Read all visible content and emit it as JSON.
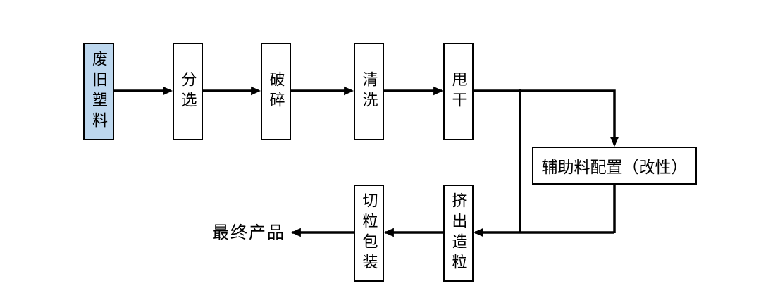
{
  "diagram": {
    "type": "flowchart",
    "background": "#ffffff",
    "colors": {
      "start_node_fill": "#bdd7ee",
      "process_node_fill": "#ffffff",
      "border": "#000000",
      "arrow": "#000000",
      "text": "#000000"
    },
    "nodes": [
      {
        "id": "waste-plastic",
        "label": "废旧塑料",
        "orientation": "vertical",
        "fill": "#bdd7ee"
      },
      {
        "id": "sorting",
        "label": "分选",
        "orientation": "vertical",
        "fill": "#ffffff"
      },
      {
        "id": "crushing",
        "label": "破碎",
        "orientation": "vertical",
        "fill": "#ffffff"
      },
      {
        "id": "washing",
        "label": "清洗",
        "orientation": "vertical",
        "fill": "#ffffff"
      },
      {
        "id": "spin-drying",
        "label": "甩干",
        "orientation": "vertical",
        "fill": "#ffffff"
      },
      {
        "id": "auxiliary-config",
        "label": "辅助料配置（改性）",
        "orientation": "horizontal",
        "fill": "#ffffff"
      },
      {
        "id": "extrusion-granulation",
        "label": "挤出造粒",
        "orientation": "vertical",
        "fill": "#ffffff"
      },
      {
        "id": "cutting-packaging",
        "label": "切粒包装",
        "orientation": "vertical",
        "fill": "#ffffff"
      },
      {
        "id": "final-product",
        "label": "最终产品",
        "orientation": "horizontal",
        "fill": null
      }
    ],
    "edges": [
      {
        "from": "waste-plastic",
        "to": "sorting"
      },
      {
        "from": "sorting",
        "to": "crushing"
      },
      {
        "from": "crushing",
        "to": "washing"
      },
      {
        "from": "washing",
        "to": "spin-drying"
      },
      {
        "from": "spin-drying",
        "to": "auxiliary-config"
      },
      {
        "from": "spin-drying",
        "to": "extrusion-granulation"
      },
      {
        "from": "auxiliary-config",
        "to": "extrusion-granulation"
      },
      {
        "from": "extrusion-granulation",
        "to": "cutting-packaging"
      },
      {
        "from": "cutting-packaging",
        "to": "final-product"
      }
    ]
  }
}
